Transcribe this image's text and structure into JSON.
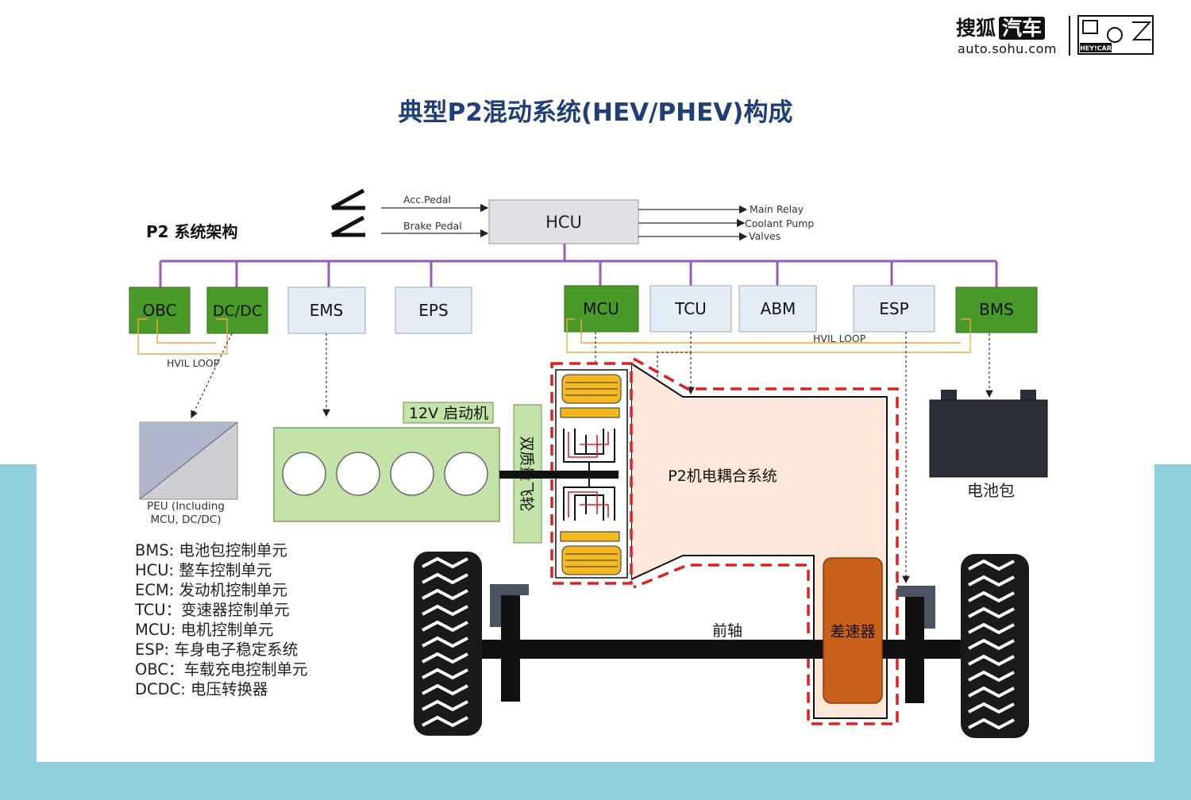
{
  "logo": {
    "brand_a": "搜狐",
    "brand_b": "汽车",
    "domain": "auto.sohu.com",
    "mark_text": "HEY!CAR"
  },
  "title": "典型P2混动系统(HEV/PHEV)构成",
  "section_label": "P2 系统架构",
  "hcu": {
    "label": "HCU",
    "inputs": [
      "Acc.Pedal",
      "Brake Pedal"
    ],
    "outputs": [
      "Main Relay",
      "Coolant Pump",
      "Valves"
    ]
  },
  "modules": [
    {
      "id": "obc",
      "label": "OBC",
      "style": "green"
    },
    {
      "id": "dcdc",
      "label": "DC/DC",
      "style": "green"
    },
    {
      "id": "ems",
      "label": "EMS",
      "style": "blue"
    },
    {
      "id": "eps",
      "label": "EPS",
      "style": "blue"
    },
    {
      "id": "mcu",
      "label": "MCU",
      "style": "green"
    },
    {
      "id": "tcu",
      "label": "TCU",
      "style": "blue"
    },
    {
      "id": "abm",
      "label": "ABM",
      "style": "blue"
    },
    {
      "id": "esp",
      "label": "ESP",
      "style": "blue"
    },
    {
      "id": "bms",
      "label": "BMS",
      "style": "green"
    }
  ],
  "loops": {
    "left": "HVIL LOOP",
    "right": "HVIL LOOP"
  },
  "peu": {
    "line1": "PEU (Including",
    "line2": "MCU, DC/DC)"
  },
  "engine": {
    "starter_label": "12V 启动机",
    "flywheel_label": "双质量飞轮"
  },
  "coupling_label": "P2机电耦合系统",
  "battery_label": "电池包",
  "axle_label": "前轴",
  "differential_label": "差速器",
  "legend": [
    "BMS: 电池包控制单元",
    "HCU: 整车控制单元",
    "ECM: 发动机控制单元",
    "TCU：变速器控制单元",
    "MCU: 电机控制单元",
    "ESP: 车身电子稳定系统",
    "OBC：车载充电控制单元",
    "DCDC: 电压转换器"
  ],
  "colors": {
    "title": "#1f3f78",
    "bus": "#9b59b6",
    "green_box": "#4a9a2a",
    "blue_box": "#e4ecf5",
    "hvil": "#f0a840",
    "dashed_red": "#e02020",
    "coupling_fill": "#fde6da",
    "differential": "#c8601a",
    "gear_yellow": "#f3b820",
    "band": "#8ecfdb"
  }
}
